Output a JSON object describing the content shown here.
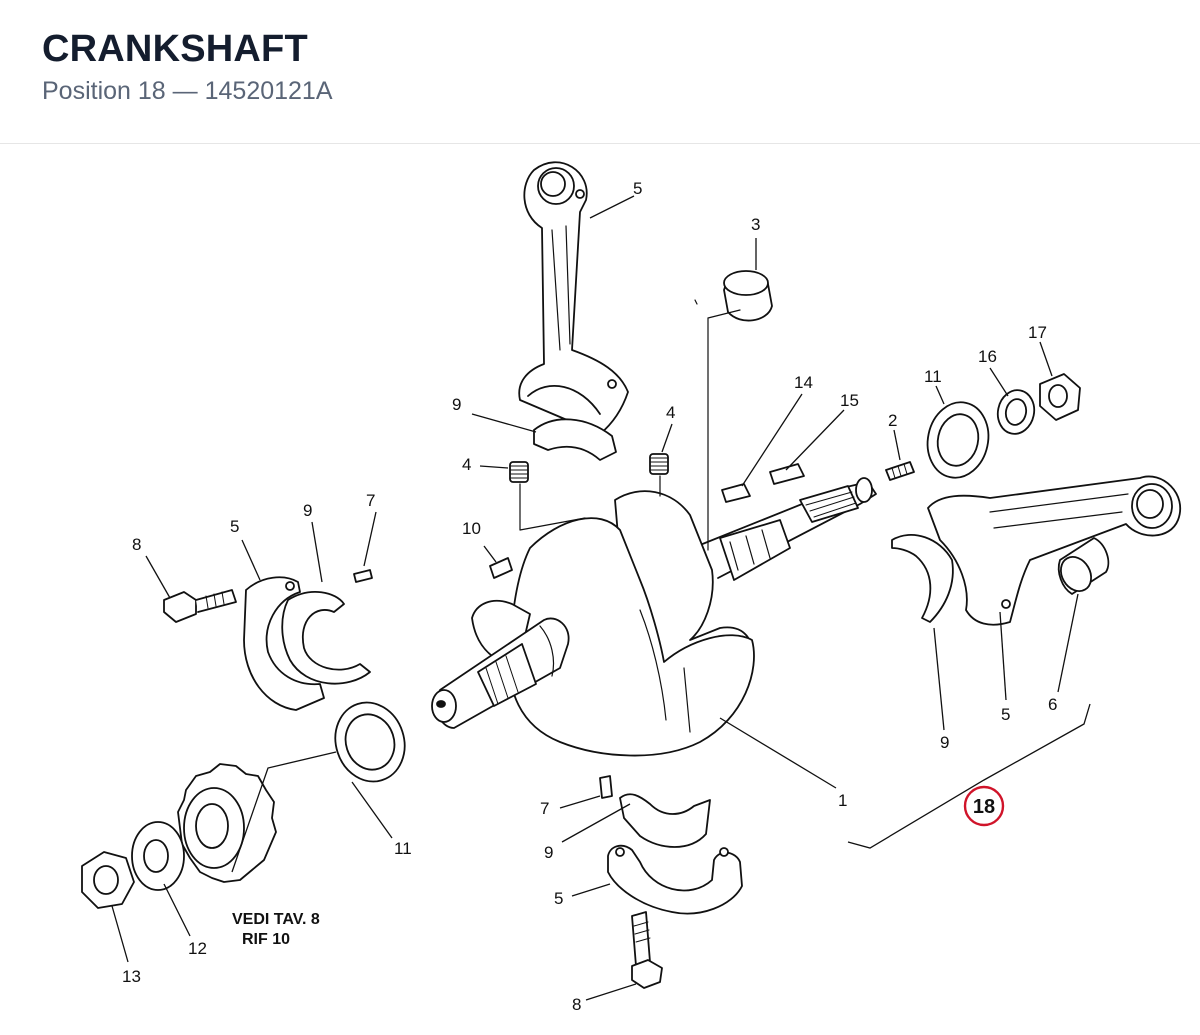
{
  "header": {
    "title": "CRANKSHAFT",
    "position_label": "Position 18",
    "separator": "—",
    "part_number": "14520121A"
  },
  "diagram": {
    "accent_color": "#d0142a",
    "callouts": {
      "c1": "1",
      "c2": "2",
      "c3": "3",
      "c4a": "4",
      "c4b": "4",
      "c5_top": "5",
      "c5_left": "5",
      "c5_right": "5",
      "c5_bottom": "5",
      "c6": "6",
      "c7_left": "7",
      "c7_bottom": "7",
      "c8_left": "8",
      "c8_bottom": "8",
      "c9_top": "9",
      "c9_left": "9",
      "c9_right": "9",
      "c9_bottom": "9",
      "c10": "10",
      "c11_right": "11",
      "c11_left": "11",
      "c12": "12",
      "c13": "13",
      "c14": "14",
      "c15": "15",
      "c16": "16",
      "c17": "17"
    },
    "highlight_position": "18",
    "note_line1": "VEDI TAV. 8",
    "note_line2": "RIF 10"
  }
}
